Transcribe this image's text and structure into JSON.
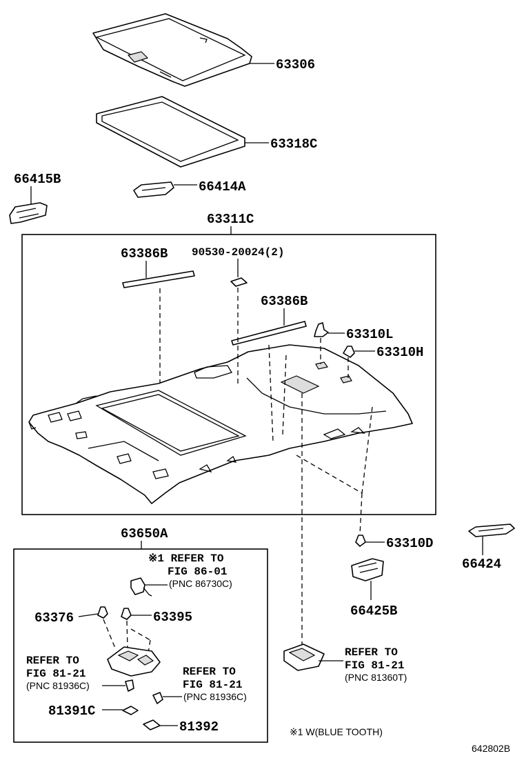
{
  "parts": {
    "p63306": "63306",
    "p63318c": "63318C",
    "p66415b": "66415B",
    "p66414a": "66414A",
    "p63311c": "63311C",
    "p63386b_1": "63386B",
    "p90530": "90530-20024(2)",
    "p63386b_2": "63386B",
    "p63310l": "63310L",
    "p63310h": "63310H",
    "p63650a": "63650A",
    "p63310d": "63310D",
    "p66424": "66424",
    "p66425b": "66425B",
    "p63376": "63376",
    "p63395": "63395",
    "p81391c": "81391C",
    "p81392": "81392"
  },
  "refs": {
    "bluetooth_ref": {
      "line1": "※1 REFER TO",
      "line2": "FIG 86-01",
      "line3": "(PNC 86730C)"
    },
    "ref_left": {
      "line1": "REFER TO",
      "line2": "FIG 81-21",
      "line3": "(PNC 81936C)"
    },
    "ref_mid": {
      "line1": "REFER TO",
      "line2": "FIG 81-21",
      "line3": "(PNC 81936C)"
    },
    "ref_right": {
      "line1": "REFER TO",
      "line2": "FIG 81-21",
      "line3": "(PNC 81360T)"
    }
  },
  "footnote": "※1 W(BLUE TOOTH)",
  "diagram_code": "642802B"
}
